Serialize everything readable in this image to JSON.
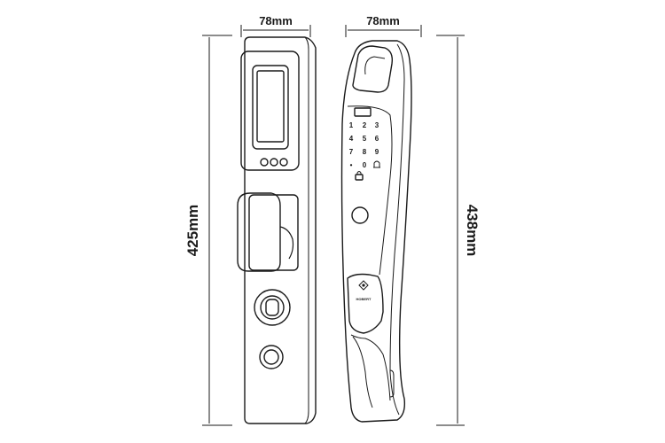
{
  "dimensions": {
    "front_width": "78mm",
    "side_width": "78mm",
    "front_height": "425mm",
    "side_height": "438mm"
  },
  "keypad": {
    "row1": [
      "1",
      "2",
      "3"
    ],
    "row2": [
      "4",
      "5",
      "6"
    ],
    "row3": [
      "7",
      "8",
      "9"
    ],
    "row4_dot": "•",
    "row4_zero": "0"
  },
  "brand_text": "HOBERT",
  "colors": {
    "line": "#1a1a1a",
    "background": "#ffffff"
  }
}
